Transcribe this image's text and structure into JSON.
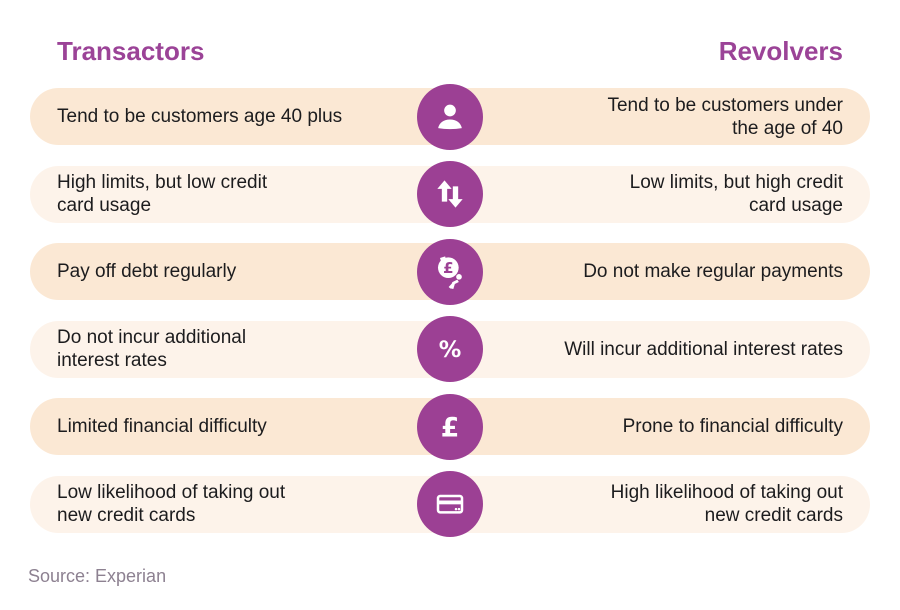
{
  "colors": {
    "accent_purple": "#9c4094",
    "header_purple": "#9b4397",
    "row_background_dark": "#fbe8d4",
    "row_background_light": "#fdf3ea",
    "body_text": "#1c1c1e",
    "source_text": "#8d8191",
    "page_background": "#ffffff",
    "icon_glyph": "#ffffff"
  },
  "header": {
    "left": "Transactors",
    "right": "Revolvers"
  },
  "rows": [
    {
      "icon": "person-icon",
      "left": "Tend to be customers age 40 plus",
      "right": "Tend to be customers under\nthe age of 40"
    },
    {
      "icon": "arrows-up-down-icon",
      "left": "High limits, but low credit\ncard usage",
      "right": "Low limits, but high credit\ncard usage"
    },
    {
      "icon": "debt-burden-icon",
      "left": "Pay off debt regularly",
      "right": "Do not make regular payments"
    },
    {
      "icon": "percent-icon",
      "left": "Do not incur additional\ninterest rates",
      "right": "Will incur additional interest rates"
    },
    {
      "icon": "pound-icon",
      "left": "Limited financial difficulty",
      "right": "Prone to financial difficulty"
    },
    {
      "icon": "credit-card-icon",
      "left": "Low likelihood of taking out\nnew credit cards",
      "right": "High likelihood of taking out\nnew credit cards"
    }
  ],
  "icons": {
    "percent_glyph": "%",
    "pound_glyph": "£",
    "coin_glyph": "£"
  },
  "source": "Source: Experian"
}
